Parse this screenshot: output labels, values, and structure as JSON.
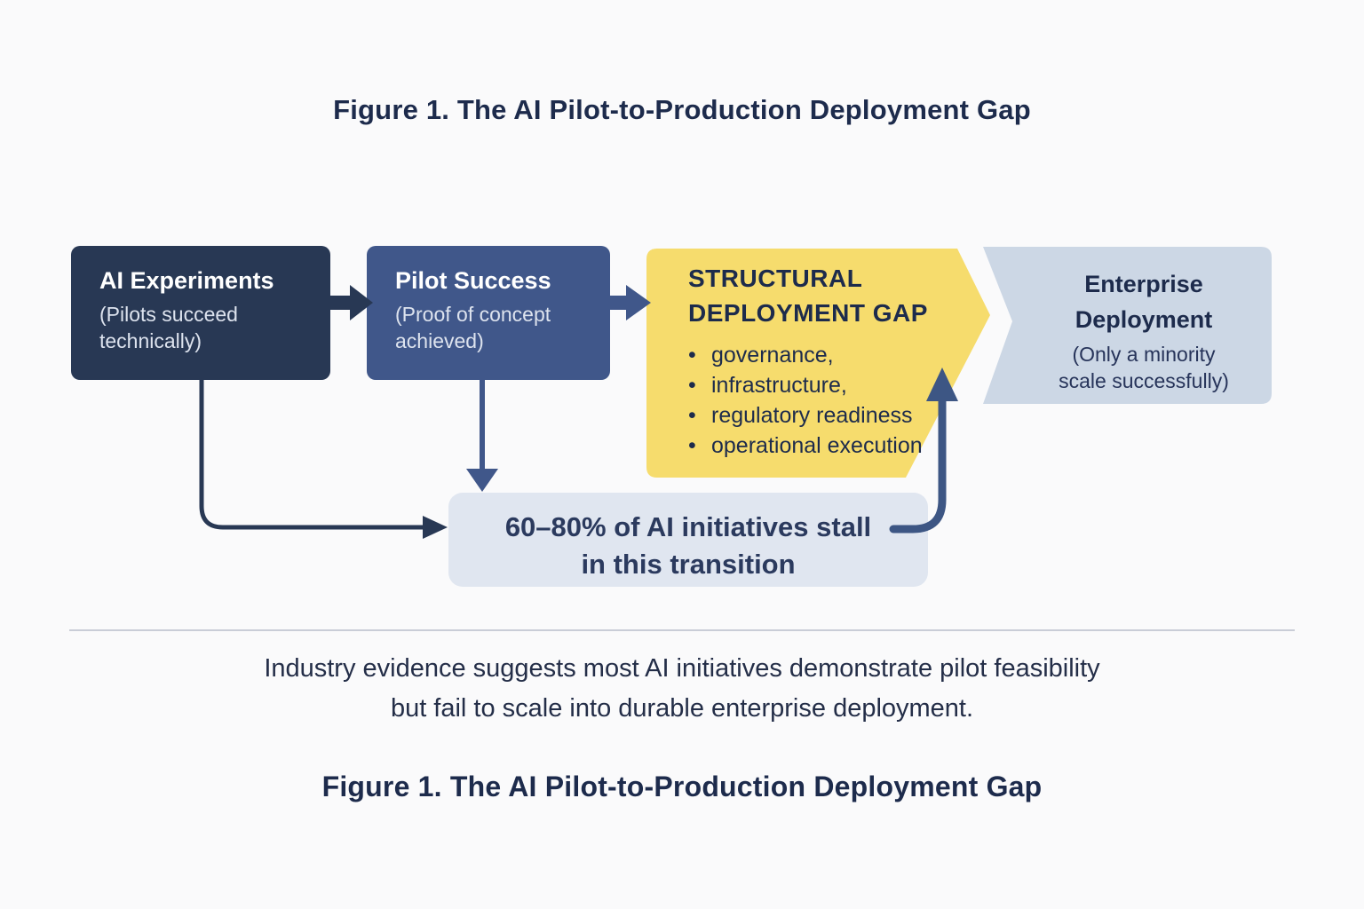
{
  "figure": {
    "title_top": "Figure 1. The AI Pilot-to-Production Deployment Gap",
    "title_bottom": "Figure 1. The AI Pilot-to-Production Deployment Gap",
    "caption_line1": "Industry evidence suggests most AI initiatives demonstrate pilot feasibility",
    "caption_line2": "but fail to scale into durable enterprise deployment."
  },
  "flow": {
    "ai_experiments": {
      "title": "AI Experiments",
      "sub1": "(Pilots succeed",
      "sub2": "technically)"
    },
    "pilot_success": {
      "title": "Pilot Success",
      "sub1": "(Proof of concept",
      "sub2": "achieved)"
    },
    "structural_gap": {
      "title1": "STRUCTURAL",
      "title2": "DEPLOYMENT GAP",
      "bullet_char": "•",
      "bullets": [
        "governance,",
        "infrastructure,",
        "regulatory readiness",
        "operational execution"
      ]
    },
    "enterprise": {
      "title1": "Enterprise",
      "title2": "Deployment",
      "sub1": "(Only a minority",
      "sub2": "scale successfully)"
    },
    "stall": {
      "line1": "60–80% of AI initiatives stall",
      "line2": "in this transition"
    }
  },
  "colors": {
    "background": "#fafafb",
    "navy_dark": "#283854",
    "blue_mid": "#40578a",
    "yellow": "#f6dc6d",
    "blue_gray": "#ccd7e5",
    "stall_bg": "#e0e6f0",
    "text_navy": "#1d2b4c",
    "arrow_blue": "#3d5684",
    "divider": "#c9cdd7"
  }
}
